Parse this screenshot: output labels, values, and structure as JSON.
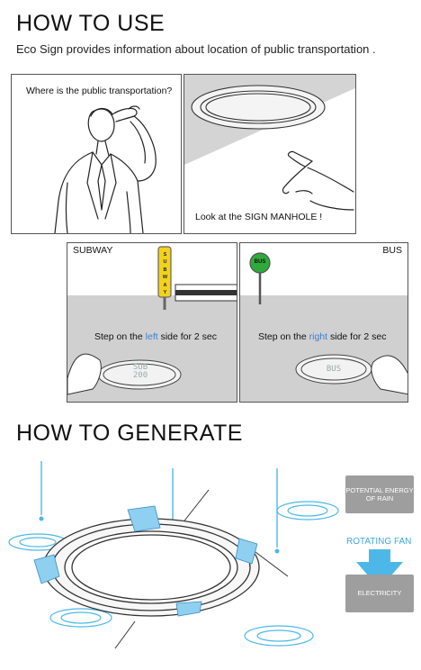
{
  "how_to_use": {
    "title": "HOW TO USE",
    "subtitle": "Eco Sign provides information about location of public transportation ."
  },
  "panel1": {
    "caption": "Where is the public transportation?"
  },
  "panel2": {
    "caption": "Look at the SIGN MANHOLE !"
  },
  "subway_panel": {
    "label": "SUBWAY",
    "sign_letters": [
      "S",
      "U",
      "B",
      "W",
      "A",
      "Y"
    ],
    "step_prefix": "Step on the ",
    "step_highlight": "left",
    "step_suffix": " side for 2 sec",
    "display_line1": "SUB",
    "display_line2": "200"
  },
  "bus_panel": {
    "label": "BUS",
    "sign_text": "BUS",
    "step_prefix": "Step on the ",
    "step_highlight": "right",
    "step_suffix": " side for 2 sec",
    "display_line1": "BUS"
  },
  "how_to_generate": {
    "title": "HOW TO GENERATE",
    "box1": "POTENTIAL ENERGY OF RAIN",
    "fan_label": "ROTATING FAN",
    "box2": "ELECTRICITY"
  },
  "colors": {
    "accent_blue": "#3b7fd6",
    "water_blue": "#4db8e8",
    "sign_yellow": "#f2d21b",
    "bus_green": "#2faa3a",
    "box_gray": "#9e9e9e"
  }
}
